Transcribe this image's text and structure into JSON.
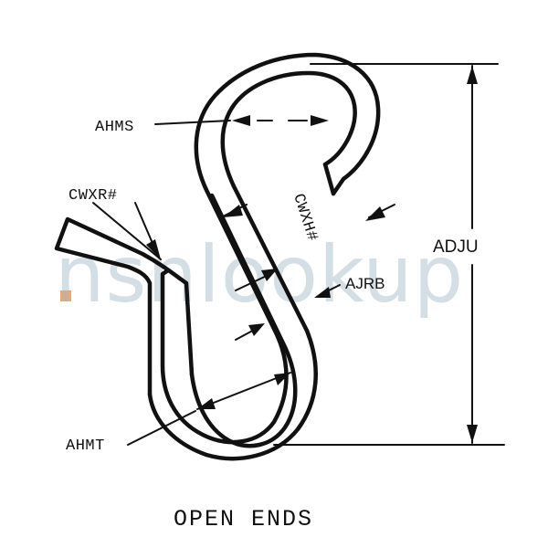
{
  "diagram": {
    "labels": {
      "ahms": "AHMS",
      "cwxr": "CWXR#",
      "cwxh": "CWXH#",
      "ajrb": "AJRB",
      "adju": "ADJU",
      "ahmt": "AHMT"
    },
    "caption": "OPEN ENDS",
    "watermark": {
      "text_main": "nsnlookup",
      "dot_color": "#f28a3a",
      "text_color": "#9fb6c6"
    }
  }
}
